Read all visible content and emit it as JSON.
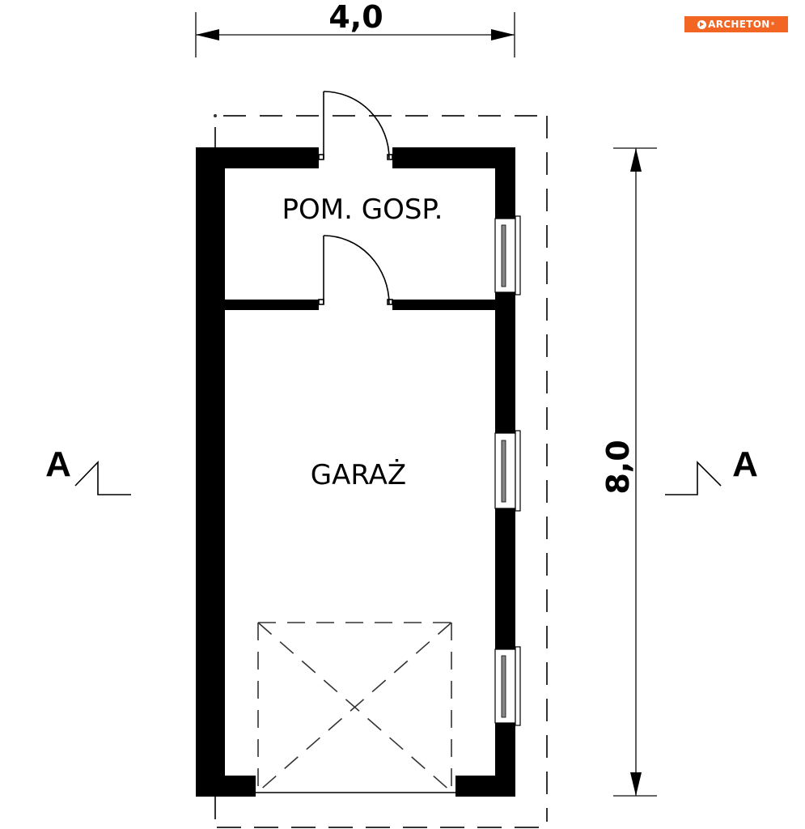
{
  "brand": {
    "logo_text": "ARCHETON",
    "registered_mark": "®",
    "color": "#f26522"
  },
  "dimensions": {
    "width_label": "4,0",
    "length_label": "8,0"
  },
  "rooms": [
    {
      "name": "POM. GOSP."
    },
    {
      "name": "GARAŻ"
    }
  ],
  "section": {
    "left_label": "A",
    "right_label": "A"
  },
  "colors": {
    "wall": "#000000",
    "line": "#000000",
    "dashed": "#333333",
    "background": "#ffffff"
  }
}
